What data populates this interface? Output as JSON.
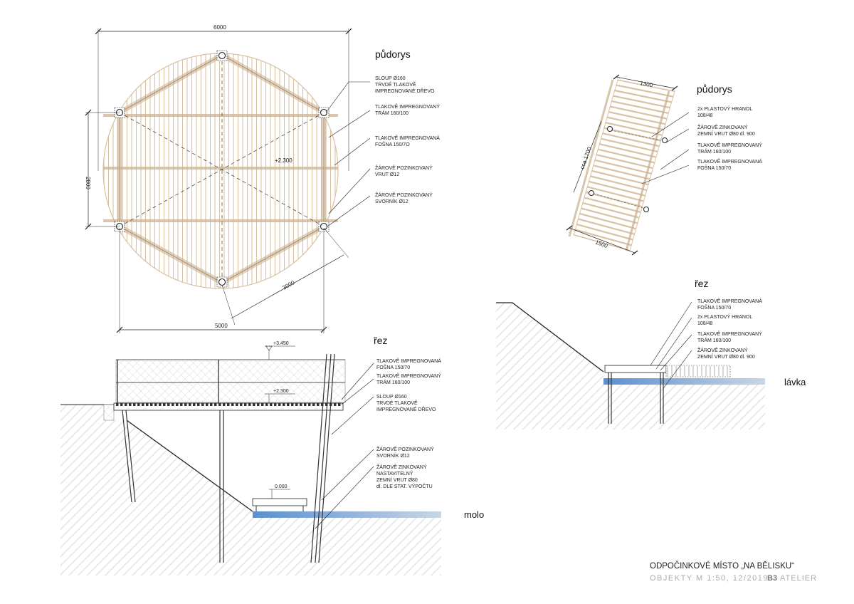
{
  "sheet": {
    "title": "ODPOČINKOVÉ MÍSTO „NA BĚLISKU“",
    "subtitle": "OBJEKTY M 1:50, 12/2019",
    "brand_bold": "B3",
    "brand_light": "ATELIER"
  },
  "pier_plan": {
    "heading": "půdorys",
    "dim_top": "6000",
    "dim_left": "2800",
    "dim_bottom": "5000",
    "dim_diag": "3000",
    "level": "+2.300",
    "labels": [
      "SLOUP Ø160",
      "TRVDÉ TLAKOVĚ",
      "IMPREGNOVANÉ DŘEVO",
      "TLAKOVĚ IMPREGNOVANÝ",
      "TRÁM 160/100",
      "TLAKOVĚ IMPREGNOVANÁ",
      "FOŠNA 150/7O",
      "ŽÁROVĚ POZINKOVANÝ",
      "VRUT Ø12",
      "ŽÁROVĚ POZINKOVANÝ",
      "SVORNÍK Ø12"
    ]
  },
  "pier_section": {
    "heading": "řez",
    "level_top": "+3.450",
    "level_deck": "+2.300",
    "level_zero": "0.000",
    "water_label": "molo",
    "labels": [
      "TLAKOVĚ IMPREGNOVANÁ",
      "FOŠNA 150/70",
      "TLAKOVĚ IMPREGNOVANÝ",
      "TRÁM 160/100",
      "SLOUP Ø160",
      "TRVDÉ TLAKOVĚ",
      "IMPREGNOVANÉ DŘEVO",
      "ŽÁROVĚ POZINKOVANÝ",
      "SVORNÍK Ø12",
      "ŽÁROVĚ ZINKOVANÝ",
      "NASTAVITELNÝ",
      "ZEMNÍ VRUT Ø80",
      "dl. DLE STAT. VÝPOČTU"
    ]
  },
  "bridge_plan": {
    "heading": "půdorys",
    "dim_top": "1300",
    "dim_left": "cca 1700",
    "dim_bottom": "1500",
    "labels": [
      "2x PLASTOVÝ HRANOL",
      "108/48",
      "ŽÁROVĚ ZINKOVANÝ",
      "ZEMNÍ VRUT Ø80 dl. 900",
      "TLAKOVĚ IMPREGNOVANÝ",
      "TRÁM 160/100",
      "TLAKOVĚ IMPREGNOVANÁ",
      "FOŠNA 150/70"
    ]
  },
  "bridge_section": {
    "heading": "řez",
    "water_label": "lávka",
    "labels": [
      "TLAKOVĚ IMPREGNOVANÁ",
      "FOŠNA 150/70",
      "2x PLASTOVÝ HRANOL",
      "108/48",
      "TLAKOVĚ IMPREGNOVANÝ",
      "TRÁM 160/100",
      "ŽÁROVĚ ZINKOVANÝ",
      "ZEMNÍ VRUT Ø80 dl. 900"
    ]
  },
  "colors": {
    "wood": "#d9c2a4",
    "water": "#6c9fd2",
    "line": "#222222",
    "hatch": "#e6e6e6"
  }
}
